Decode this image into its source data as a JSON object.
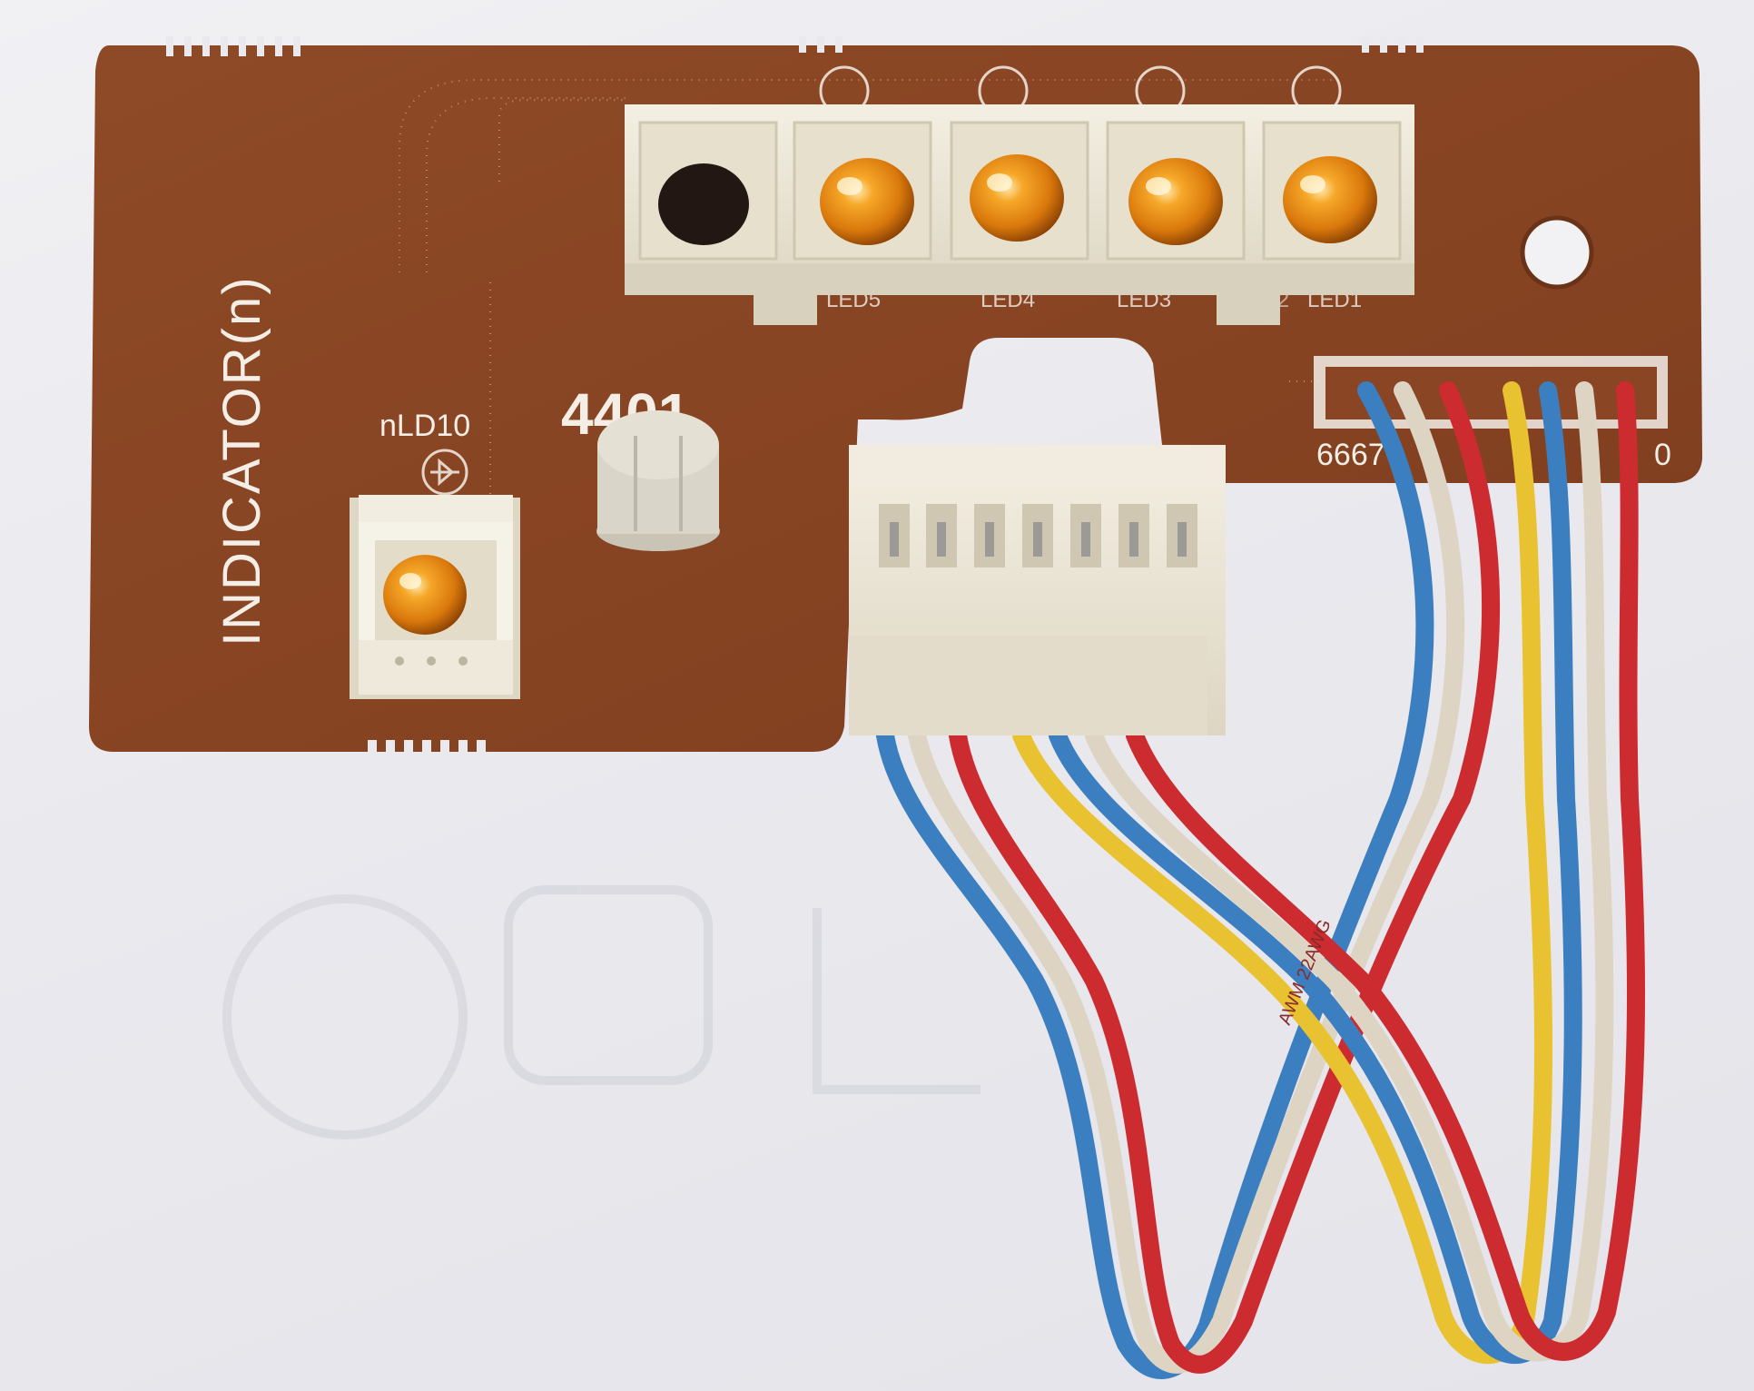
{
  "pcb": {
    "title_label": "INDICATOR(n)",
    "led_label": "nLD10",
    "part_label": "4401",
    "connector_label_left": "6667",
    "connector_label_right": "0",
    "led_row_labels": [
      "LED5",
      "LED4",
      "LED3",
      "LED2",
      "LED1"
    ]
  },
  "cable": {
    "print_text": "AWM 22AWG",
    "wire_colors": [
      "#3b7fc0",
      "#ddd4c4",
      "#cc2b2f",
      "#e9c232",
      "#3b7fc0",
      "#ddd4c4",
      "#cc2b2f"
    ]
  },
  "colors": {
    "board": "#8a4624",
    "led_amber": "#e0860d",
    "plastic": "#ece7d7",
    "silkscreen": "#f4eee6"
  }
}
